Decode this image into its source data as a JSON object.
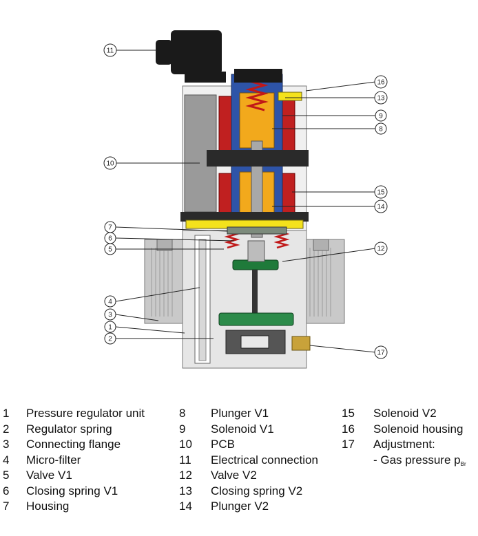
{
  "callouts": [
    "1",
    "2",
    "3",
    "4",
    "5",
    "6",
    "7",
    "8",
    "9",
    "10",
    "11",
    "12",
    "13",
    "14",
    "15",
    "16",
    "17"
  ],
  "legend": [
    {
      "num": "1",
      "label": "Pressure regulator unit"
    },
    {
      "num": "2",
      "label": "Regulator spring"
    },
    {
      "num": "3",
      "label": "Connecting flange"
    },
    {
      "num": "4",
      "label": "Micro-filter"
    },
    {
      "num": "5",
      "label": "Valve V1"
    },
    {
      "num": "6",
      "label": "Closing spring V1"
    },
    {
      "num": "7",
      "label": "Housing"
    },
    {
      "num": "8",
      "label": "Plunger V1"
    },
    {
      "num": "9",
      "label": "Solenoid V1"
    },
    {
      "num": "10",
      "label": "PCB"
    },
    {
      "num": "11",
      "label": "Electrical connection"
    },
    {
      "num": "12",
      "label": "Valve V2"
    },
    {
      "num": "13",
      "label": "Closing spring V2"
    },
    {
      "num": "14",
      "label": "Plunger V2"
    },
    {
      "num": "15",
      "label": "Solenoid V2"
    },
    {
      "num": "16",
      "label": "Solenoid housing"
    },
    {
      "num": "17",
      "label": "Adjustment:"
    }
  ],
  "legend_extra": {
    "text": "- Gas pressure p",
    "subscript": "Br"
  }
}
